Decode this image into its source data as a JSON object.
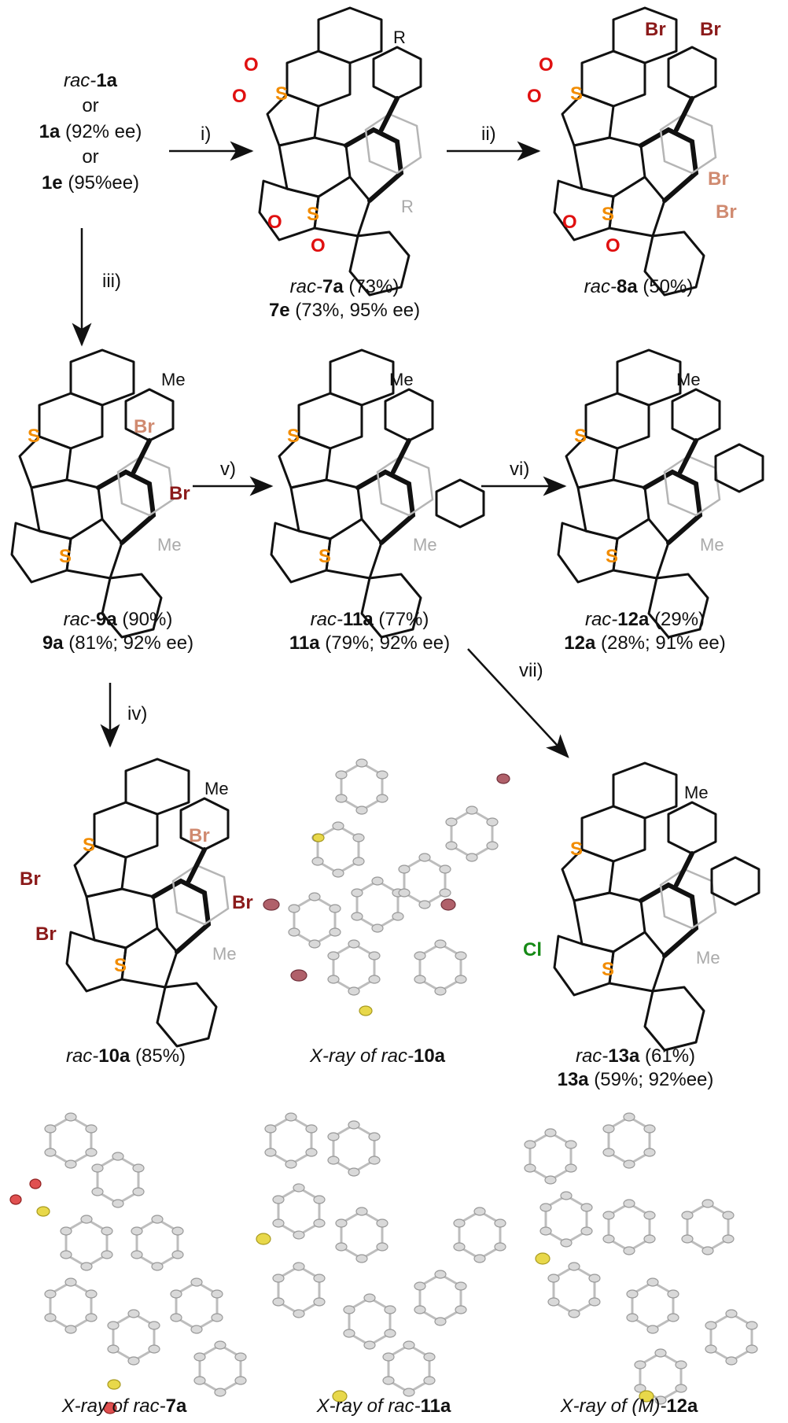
{
  "start": {
    "line1_prefix": "rac-",
    "line1_bold": "1a",
    "or1": "or",
    "line2_bold": "1a",
    "line2_rest": " (92% ee)",
    "or2": "or",
    "line3_bold": "1e",
    "line3_rest": " (95%ee)"
  },
  "steps": {
    "i": "i)",
    "ii": "ii)",
    "iii": "iii)",
    "iv": "iv)",
    "v": "v)",
    "vi": "vi)",
    "vii": "vii)"
  },
  "compounds": {
    "c7a": {
      "l1_prefix": "rac-",
      "l1_bold": "7a",
      "l1_rest": " (73%)",
      "l2_bold": "7e",
      "l2_rest": " (73%, 95% ee)"
    },
    "c8a": {
      "l1_prefix": "rac-",
      "l1_bold": "8a",
      "l1_rest": " (50%)"
    },
    "c9a": {
      "l1_prefix": "rac-",
      "l1_bold": "9a",
      "l1_rest": " (90%)",
      "l2_bold": "9a",
      "l2_rest": " (81%; 92% ee)"
    },
    "c11a": {
      "l1_prefix": "rac-",
      "l1_bold": "11a",
      "l1_rest": " (77%)",
      "l2_bold": "11a",
      "l2_rest": " (79%; 92% ee)"
    },
    "c12a": {
      "l1_prefix": "rac-",
      "l1_bold": "12a",
      "l1_rest": " (29%)",
      "l2_bold": "12a",
      "l2_rest": " (28%; 91% ee)"
    },
    "c10a": {
      "l1_prefix": "rac-",
      "l1_bold": "10a",
      "l1_rest": " (85%)"
    },
    "c13a": {
      "l1_prefix": "rac-",
      "l1_bold": "13a",
      "l1_rest": " (61%)",
      "l2_bold": "13a",
      "l2_rest": " (59%; 92%ee)"
    }
  },
  "xray_captions": {
    "x10a": {
      "prefix": "X-ray of rac-",
      "bold": "10a"
    },
    "x7a": {
      "prefix": "X-ray of rac-",
      "bold": "7a"
    },
    "x11a": {
      "prefix": "X-ray of rac-",
      "bold": "11a"
    },
    "x12a": {
      "prefix": "X-ray of (",
      "it2": "M",
      "mid": ")-",
      "bold": "12a"
    }
  },
  "atoms": {
    "S": "S",
    "O": "O",
    "Br": "Br",
    "Cl": "Cl",
    "Me": "Me",
    "R": "R"
  },
  "colors": {
    "sulfur": "#f28c00",
    "oxygen": "#e01010",
    "bromine": "#8b1a1a",
    "bromine_light": "#d08a70",
    "chlorine": "#168a16",
    "ghost": "#b5b5b5"
  }
}
